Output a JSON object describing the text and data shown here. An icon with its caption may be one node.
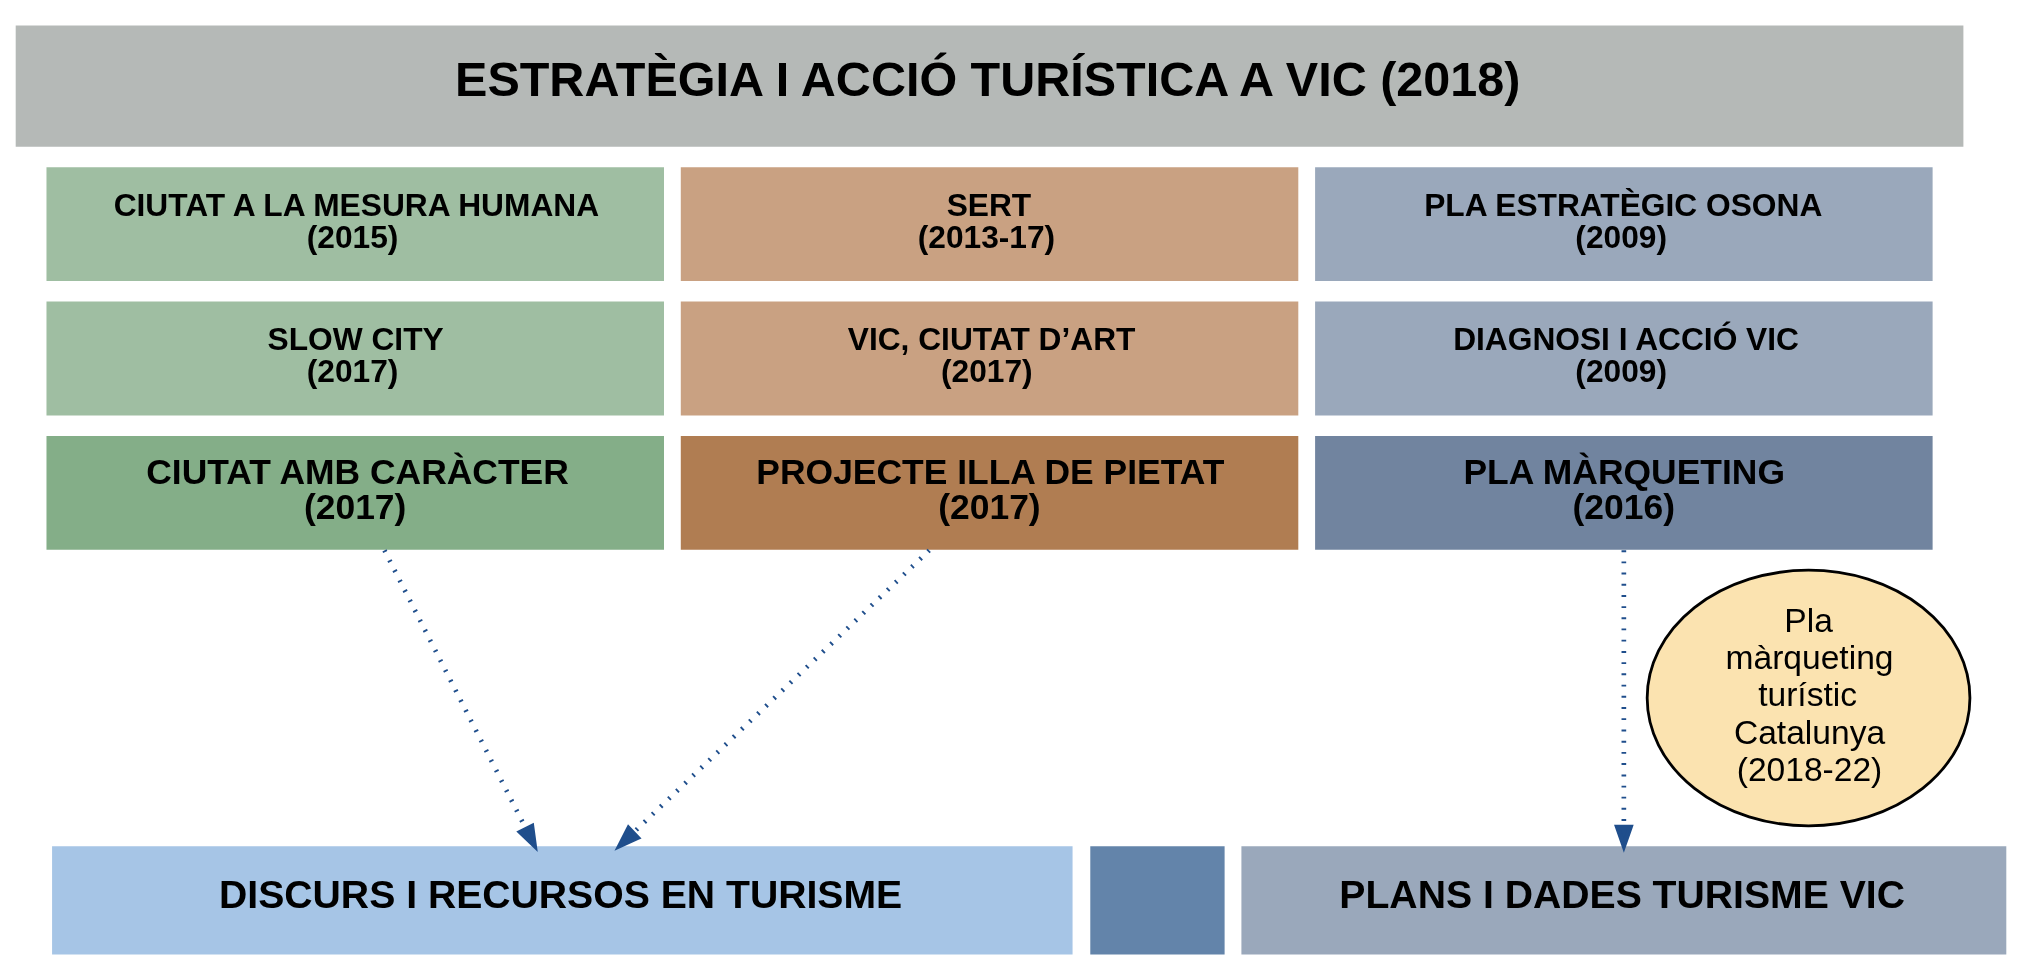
{
  "diagram": {
    "nodes": [
      {
        "text": [
          "ESTRATÈGIA I ACCIÓ TURÍSTICA A VIC (2018)"
        ]
      },
      {
        "text": [
          "CIUTAT A LA MESURA HUMANA",
          "(2015)"
        ]
      },
      {
        "text": [
          "SERT",
          "(2013-17)"
        ]
      },
      {
        "text": [
          "PLA ESTRATÈGIC OSONA",
          "(2009)"
        ]
      },
      {
        "text": [
          "SLOW CITY",
          "(2017)"
        ]
      },
      {
        "text": [
          "VIC, CIUTAT D’ART",
          "(2017)"
        ]
      },
      {
        "text": [
          "DIAGNOSI I ACCIÓ VIC",
          "(2009)"
        ]
      },
      {
        "text": [
          "CIUTAT AMB CARÀCTER",
          "(2017)"
        ]
      },
      {
        "text": [
          "PROJECTE ILLA DE PIETAT",
          "(2017)"
        ]
      },
      {
        "text": [
          "PLA MÀRQUETING",
          "(2016)"
        ]
      },
      {
        "text": [
          "Pla màrqueting turístic Catalunya (2018-22)"
        ]
      },
      {
        "text": [
          "DISCURS I RECURSOS EN TURISME"
        ]
      },
      {
        "text": [],
        "shape": "box"
      },
      {
        "text": [
          "PLANS I DADES TURISME VIC"
        ]
      }
    ],
    "edges": [
      {
        "from": 7,
        "to": 11,
        "arrow": "to",
        "style": "dashed"
      },
      {
        "from": 8,
        "to": 11,
        "arrow": "to",
        "style": "dashed"
      },
      {
        "from": 9,
        "to": 13,
        "arrow": "to",
        "style": "dashed"
      }
    ]
  }
}
